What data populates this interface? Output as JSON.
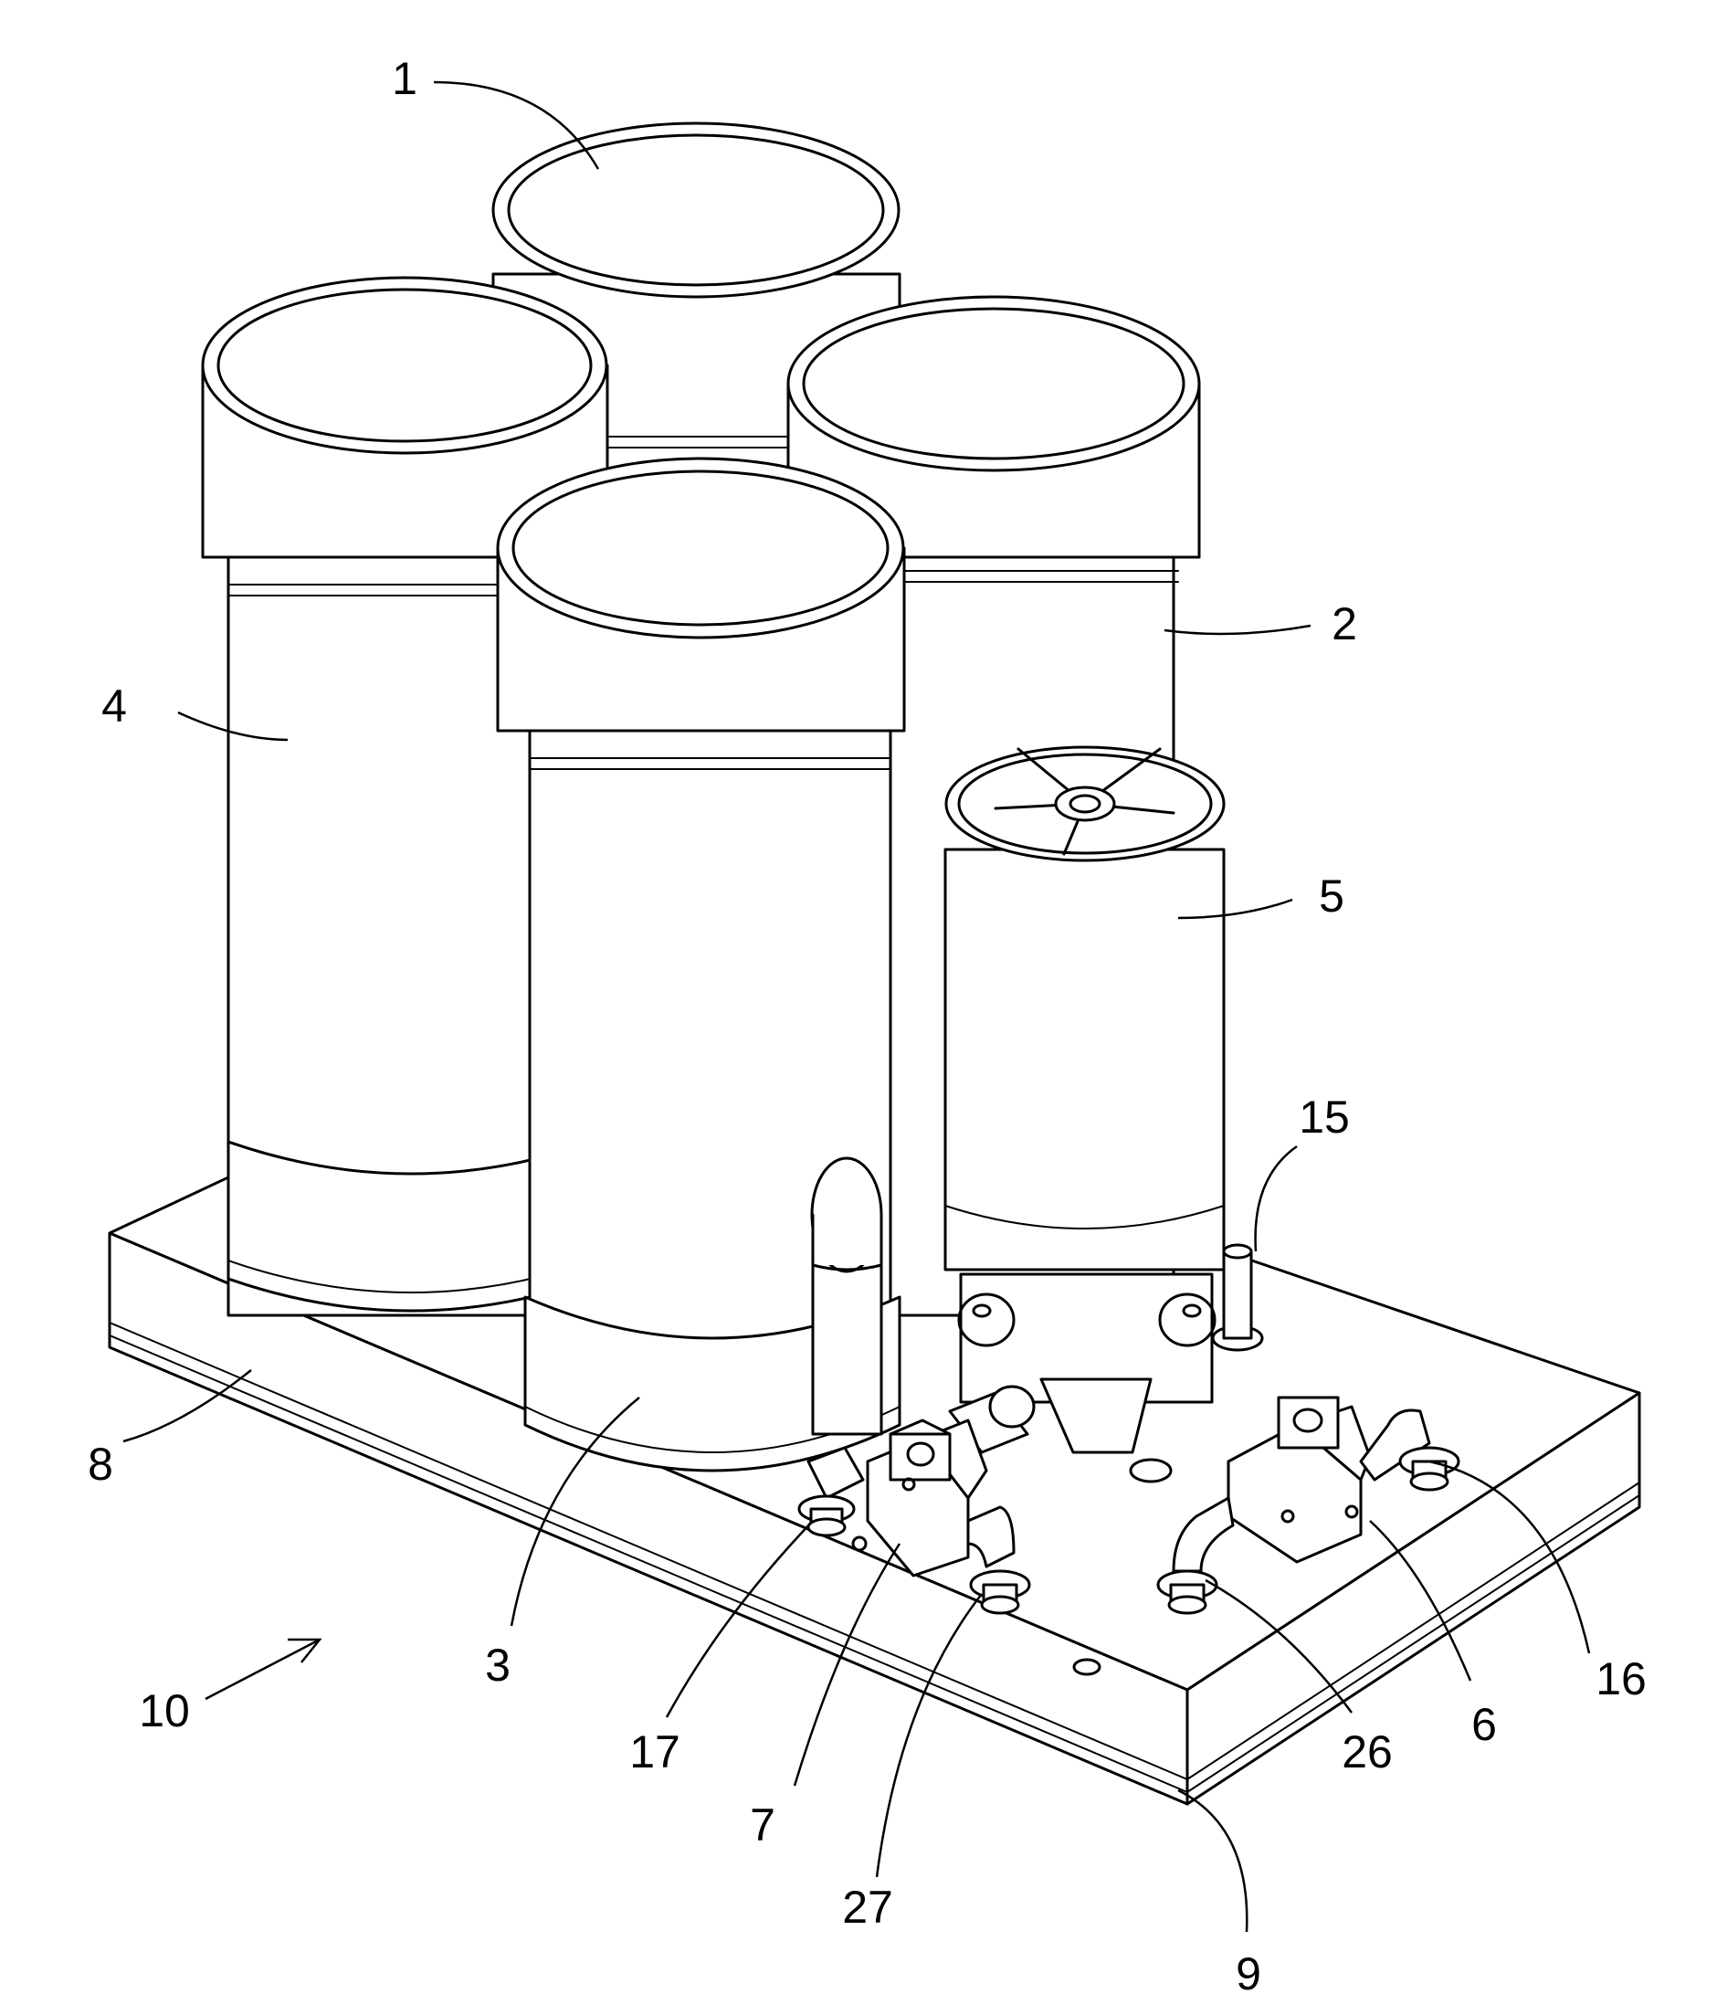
{
  "labels": [
    {
      "id": "1",
      "text": "1"
    },
    {
      "id": "2",
      "text": "2"
    },
    {
      "id": "3",
      "text": "3"
    },
    {
      "id": "4",
      "text": "4"
    },
    {
      "id": "5",
      "text": "5"
    },
    {
      "id": "6",
      "text": "6"
    },
    {
      "id": "7",
      "text": "7"
    },
    {
      "id": "8",
      "text": "8"
    },
    {
      "id": "9",
      "text": "9"
    },
    {
      "id": "10",
      "text": "10"
    },
    {
      "id": "15",
      "text": "15"
    },
    {
      "id": "16",
      "text": "16"
    },
    {
      "id": "17",
      "text": "17"
    },
    {
      "id": "26",
      "text": "26"
    },
    {
      "id": "27",
      "text": "27"
    }
  ]
}
